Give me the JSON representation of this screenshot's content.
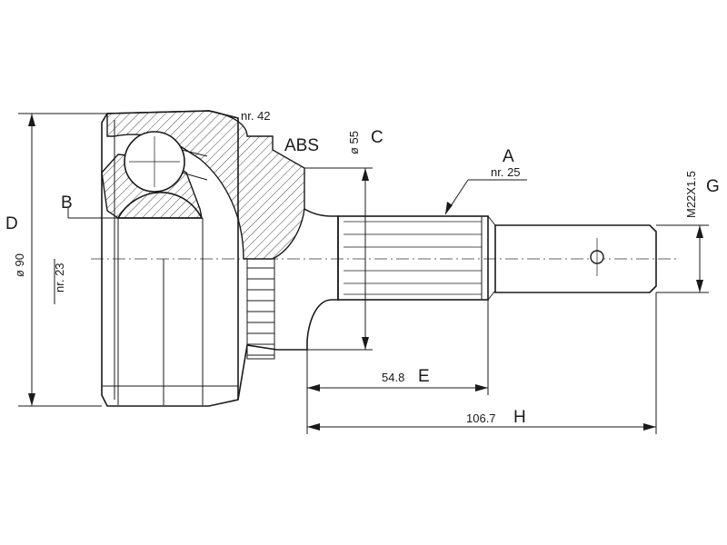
{
  "labels": {
    "A": "A",
    "B": "B",
    "C": "C",
    "D": "D",
    "E": "E",
    "G": "G",
    "H": "H",
    "abs": "ABS"
  },
  "dimensions": {
    "nr42": "nr. 42",
    "nr25": "nr. 25",
    "nr23": "nr. 23",
    "dia55": "ø 55",
    "dia90": "ø 90",
    "thread": "M22X1.5",
    "len_e": "54.8",
    "len_h": "106.7"
  },
  "colors": {
    "line": "#1a1a1a",
    "background": "#ffffff"
  }
}
